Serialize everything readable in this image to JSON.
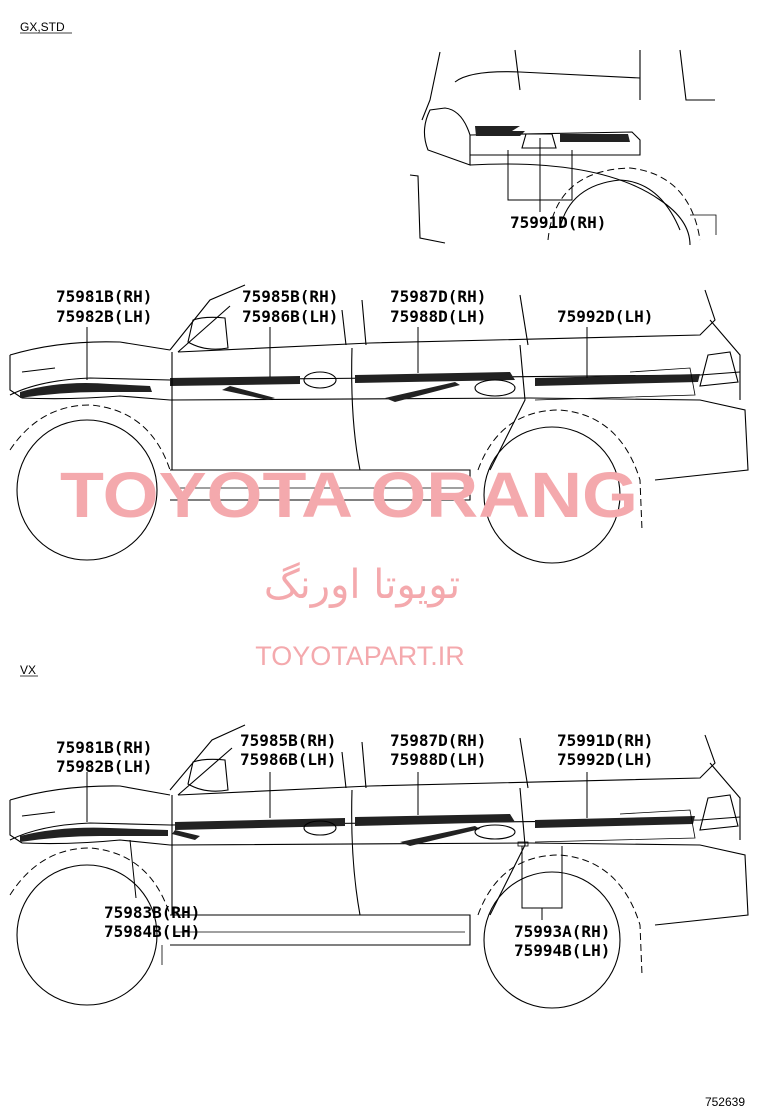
{
  "sections": {
    "gx_std": "GX,STD",
    "vx": "VX"
  },
  "watermark": {
    "brand": "TOYOTA ORANG",
    "persian": "تویوتا اورنگ",
    "url": "TOYOTAPART.IR"
  },
  "illustration_code": "752639",
  "labels": {
    "top_rear": [
      "75991D(RH)"
    ],
    "gx_1": [
      "75981B(RH)",
      "75982B(LH)"
    ],
    "gx_2": [
      "75985B(RH)",
      "75986B(LH)"
    ],
    "gx_3": [
      "75987D(RH)",
      "75988D(LH)"
    ],
    "gx_4": [
      "75992D(LH)"
    ],
    "vx_1": [
      "75981B(RH)",
      "75982B(LH)"
    ],
    "vx_2": [
      "75985B(RH)",
      "75986B(LH)"
    ],
    "vx_3": [
      "75987D(RH)",
      "75988D(LH)"
    ],
    "vx_4": [
      "75991D(RH)",
      "75992D(LH)"
    ],
    "vx_5": [
      "75983B(RH)",
      "75984B(LH)"
    ],
    "vx_6": [
      "75993A(RH)",
      "75994B(LH)"
    ]
  }
}
